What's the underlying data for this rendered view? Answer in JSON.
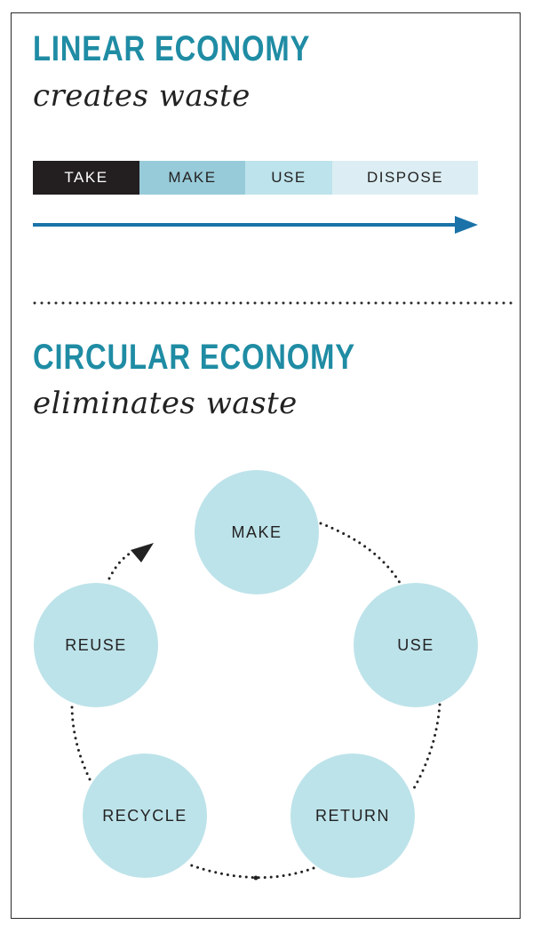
{
  "linear": {
    "title": "LINEAR ECONOMY",
    "subtitle": "creates waste",
    "steps": [
      {
        "label": "TAKE",
        "color": "#231f20",
        "text_color": "#ffffff"
      },
      {
        "label": "MAKE",
        "color": "#98cbd9",
        "text_color": "#222222"
      },
      {
        "label": "USE",
        "color": "#bde3ec",
        "text_color": "#222222"
      },
      {
        "label": "DISPOSE",
        "color": "#dceef3",
        "text_color": "#222222"
      }
    ],
    "arrow_color": "#1a72a8"
  },
  "circular": {
    "title": "CIRCULAR ECONOMY",
    "subtitle": "eliminates waste",
    "nodes": [
      {
        "label": "MAKE"
      },
      {
        "label": "USE"
      },
      {
        "label": "RETURN"
      },
      {
        "label": "RECYCLE"
      },
      {
        "label": "REUSE"
      }
    ],
    "node_color": "#bde3ea"
  }
}
